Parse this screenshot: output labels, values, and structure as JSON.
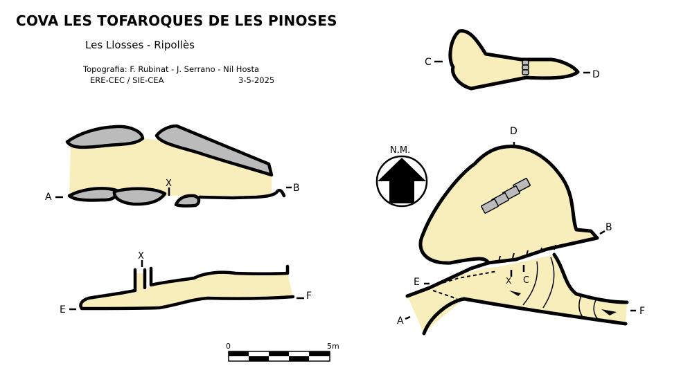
{
  "title": "COVA LES TOFAROQUES DE LES PINOSES",
  "location": "Les Llosses  -  Ripollès",
  "credits": {
    "topography": "Topografia: F. Rubinat - J. Serrano - Nil Hosta",
    "groups": "ERE-CEC / SIE-CEA",
    "date": "3-5-2025"
  },
  "section_labels": {
    "a": "A",
    "b": "B",
    "c": "C",
    "d": "D",
    "e": "E",
    "f": "F",
    "x": "X"
  },
  "north_label": "N.M.",
  "scale": {
    "start": "0",
    "end": "5m"
  },
  "colors": {
    "cave_fill": "#f8eebb",
    "rock_fill": "#bbbbbb",
    "outline": "#000000"
  }
}
